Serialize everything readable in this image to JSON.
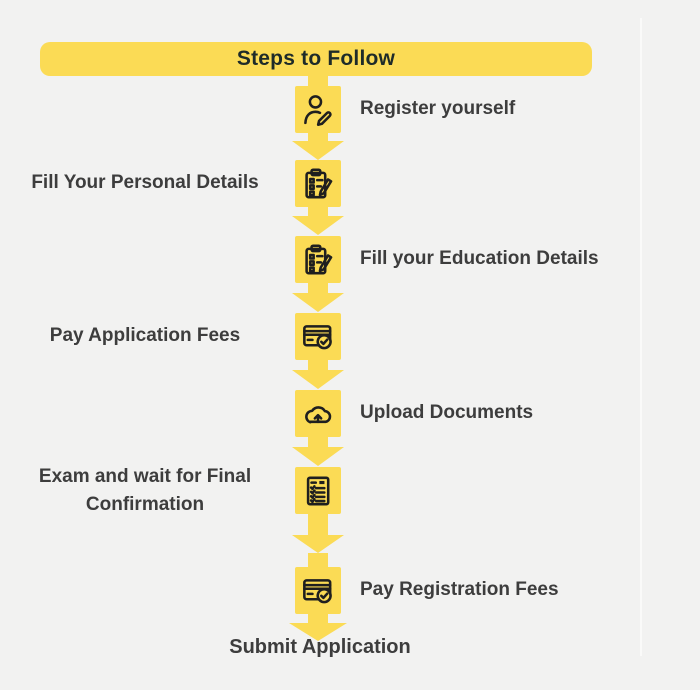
{
  "colors": {
    "accent_yellow": "#FBDB55",
    "background": "#F2F2F1",
    "label_text": "#3D3D3D",
    "header_text": "#1E2B29",
    "icon_stroke": "#1F1F1F"
  },
  "header": {
    "title": "Steps to Follow"
  },
  "steps": [
    {
      "label": "Register yourself",
      "side": "right",
      "icon": "user-edit-icon"
    },
    {
      "label": "Fill Your Personal Details",
      "side": "left",
      "icon": "clipboard-edit-icon"
    },
    {
      "label": "Fill your Education Details",
      "side": "right",
      "icon": "clipboard-edit-icon"
    },
    {
      "label": "Pay Application Fees",
      "side": "left",
      "icon": "card-check-icon"
    },
    {
      "label": "Upload Documents",
      "side": "right",
      "icon": "cloud-upload-icon"
    },
    {
      "label": "Exam and wait for Final Confirmation",
      "side": "left",
      "icon": "checklist-icon"
    },
    {
      "label": "Pay Registration Fees",
      "side": "right",
      "icon": "card-check-icon"
    }
  ],
  "footer": {
    "label": "Submit Application"
  }
}
